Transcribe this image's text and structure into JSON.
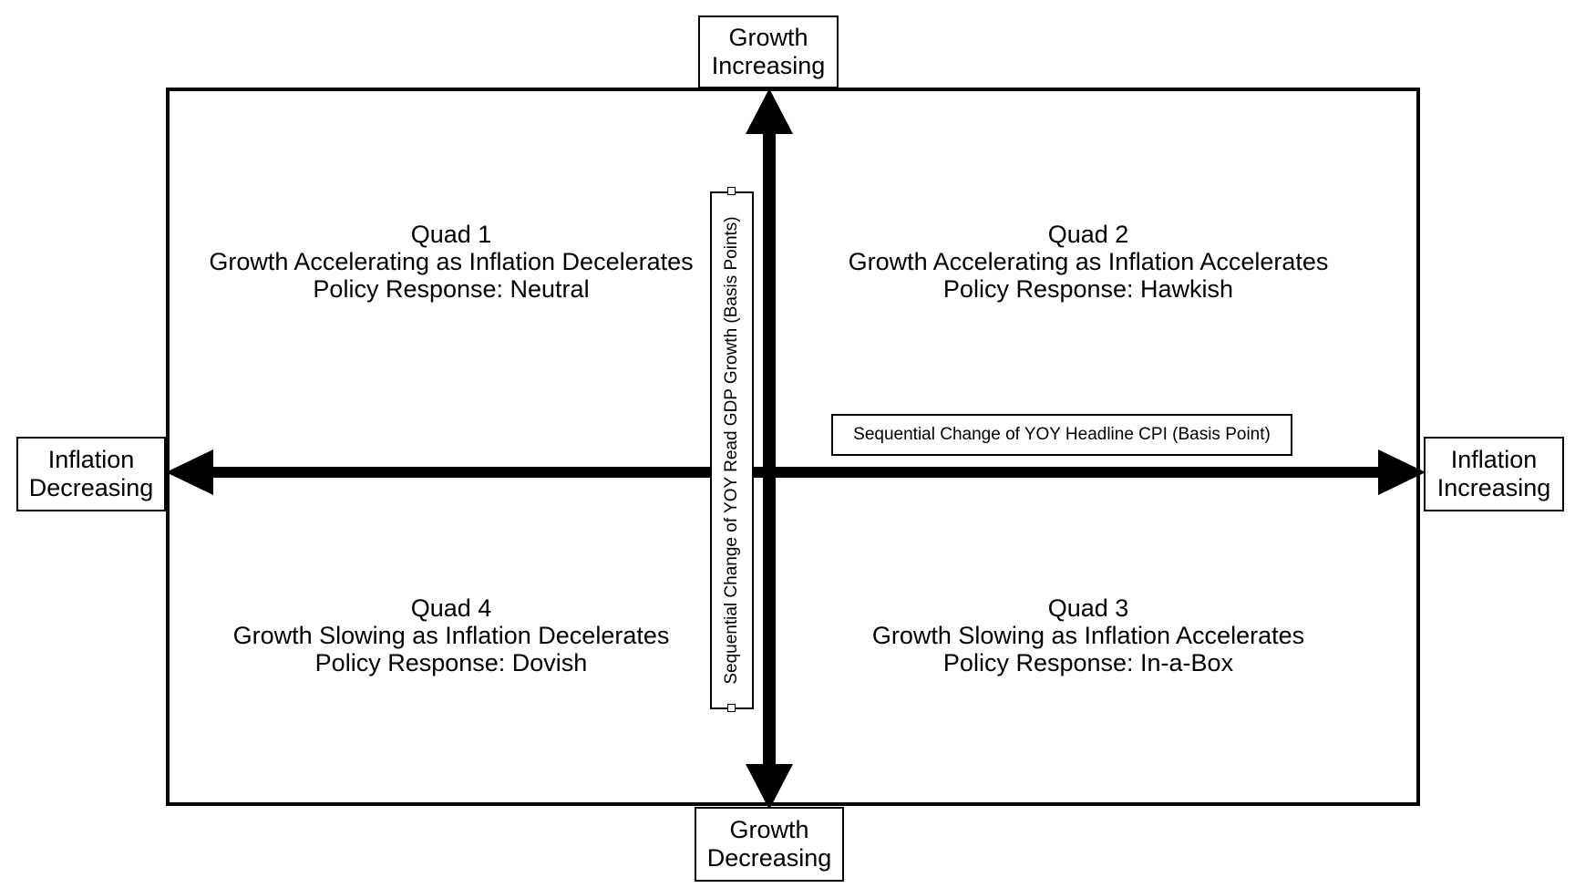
{
  "axes": {
    "top": [
      "Growth",
      "Increasing"
    ],
    "bottom": [
      "Growth",
      "Decreasing"
    ],
    "left": [
      "Inflation",
      "Decreasing"
    ],
    "right": [
      "Inflation",
      "Increasing"
    ],
    "x_axis_label": "Sequential Change of YOY Headline CPI (Basis Point)",
    "y_axis_label": "Sequential Change of YOY Read GDP Growth (Basis Points)"
  },
  "quadrants": [
    {
      "title": "Quad 1",
      "description": "Growth Accelerating as Inflation Decelerates",
      "policy": "Policy Response: Neutral"
    },
    {
      "title": "Quad 2",
      "description": "Growth Accelerating as Inflation Accelerates",
      "policy": "Policy Response: Hawkish"
    },
    {
      "title": "Quad 3",
      "description": "Growth Slowing as Inflation Accelerates",
      "policy": "Policy Response: In-a-Box"
    },
    {
      "title": "Quad 4",
      "description": "Growth Slowing as Inflation Decelerates",
      "policy": "Policy Response: Dovish"
    }
  ]
}
